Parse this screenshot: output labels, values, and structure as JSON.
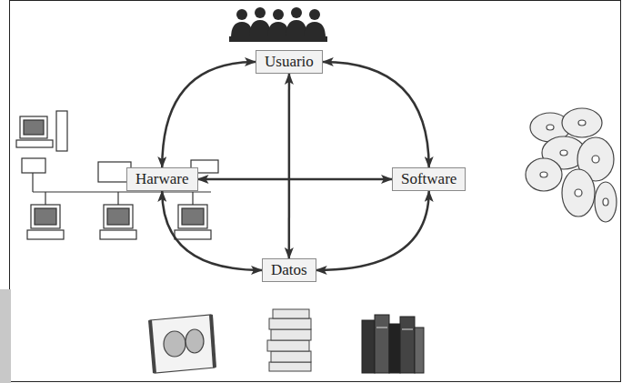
{
  "diagram": {
    "nodes": [
      {
        "text": [
          "Usuario"
        ]
      },
      {
        "text": [
          "Harware"
        ]
      },
      {
        "text": [
          "Software"
        ]
      },
      {
        "text": [
          "Datos"
        ]
      }
    ],
    "edges": [
      {
        "from": 0,
        "to": 1,
        "arrow": "both"
      },
      {
        "from": 0,
        "to": 2,
        "arrow": "both"
      },
      {
        "from": 0,
        "to": 3,
        "arrow": "both"
      },
      {
        "from": 1,
        "to": 2,
        "arrow": "both"
      },
      {
        "from": 1,
        "to": 3,
        "arrow": "both"
      },
      {
        "from": 2,
        "to": 3,
        "arrow": "both"
      }
    ]
  }
}
